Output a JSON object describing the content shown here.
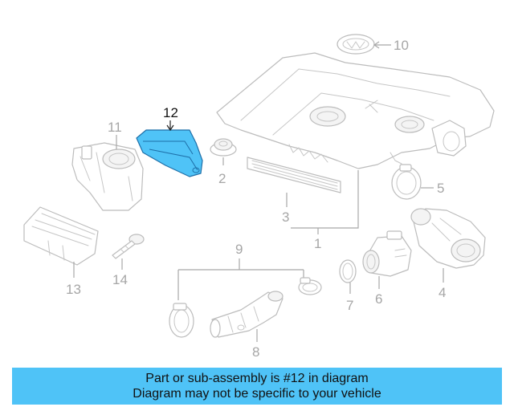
{
  "diagram": {
    "highlight_color": "#4fc3f7",
    "callouts": {
      "c1": "1",
      "c2": "2",
      "c3": "3",
      "c4": "4",
      "c5": "5",
      "c6": "6",
      "c7": "7",
      "c8": "8",
      "c9": "9",
      "c10": "10",
      "c11": "11",
      "c12": "12",
      "c13": "13",
      "c14": "14"
    },
    "highlighted_part": "12"
  },
  "banner": {
    "line1": "Part or sub-assembly is #12 in diagram",
    "line2": "Diagram may not be specific to your vehicle"
  }
}
